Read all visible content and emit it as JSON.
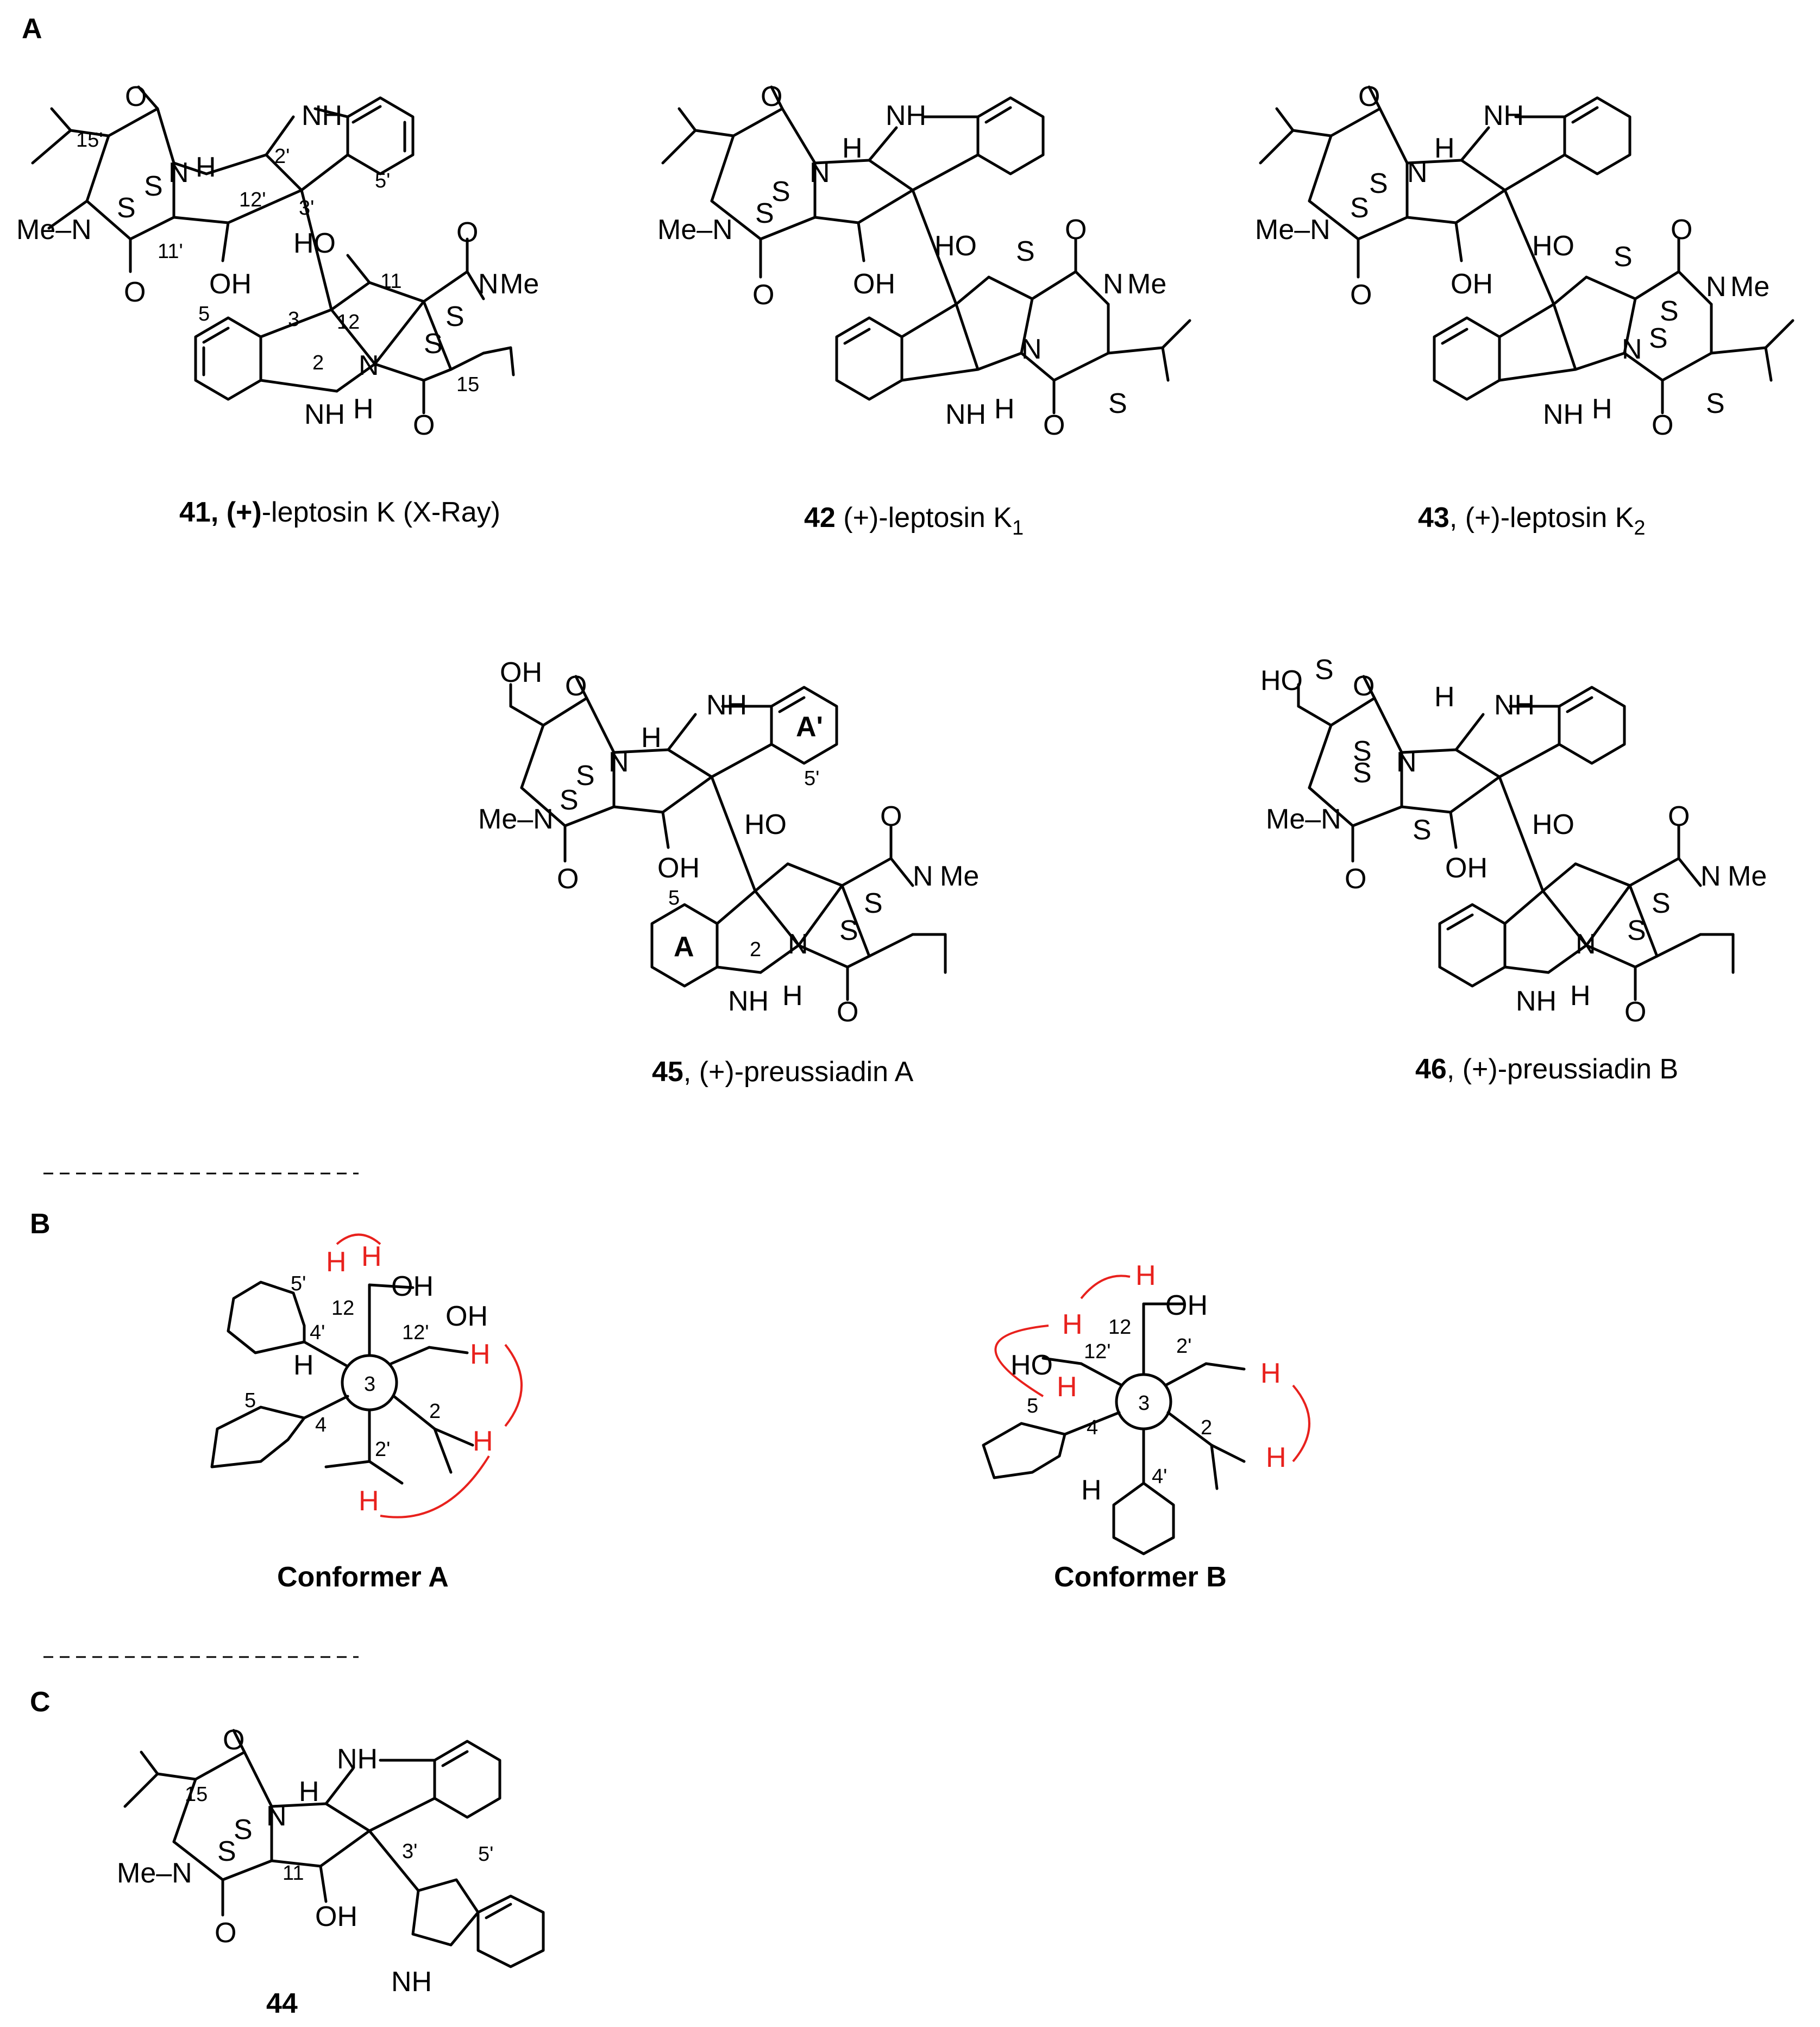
{
  "panels": {
    "a": "A",
    "b": "B",
    "c": "C"
  },
  "captions": {
    "c41_num": "41, (+)",
    "c41_rest": "-leptosin K (X-Ray)",
    "c42_num": "42",
    "c42_rest": " (+)-leptosin K",
    "c42_sub": "1",
    "c43_num": "43",
    "c43_rest": ", (+)-leptosin K",
    "c43_sub": "2",
    "c45_num": "45",
    "c45_rest": ", (+)-preussiadin A",
    "c46_num": "46",
    "c46_rest": ", (+)-preussiadin B",
    "conf_a": "Conformer A",
    "conf_b": "Conformer B",
    "c44": "44"
  },
  "atoms": {
    "N": "N",
    "NH": "NH",
    "H": "H",
    "S": "S",
    "O": "O",
    "OH": "OH",
    "HO": "HO",
    "Me": "Me",
    "MeN": "Me–N"
  },
  "numbering": {
    "n15p": "15'",
    "n2p": "2'",
    "n3p": "3'",
    "n5p": "5'",
    "n12p": "12'",
    "n11p": "11'",
    "n11": "11",
    "n12": "12",
    "n3": "3",
    "n2": "2",
    "n15": "15",
    "n5": "5",
    "n4": "4",
    "n4p": "4'",
    "ringA": "A",
    "ringAp": "A'"
  },
  "colors": {
    "highlight": "#e8211d",
    "ink": "#000000"
  }
}
